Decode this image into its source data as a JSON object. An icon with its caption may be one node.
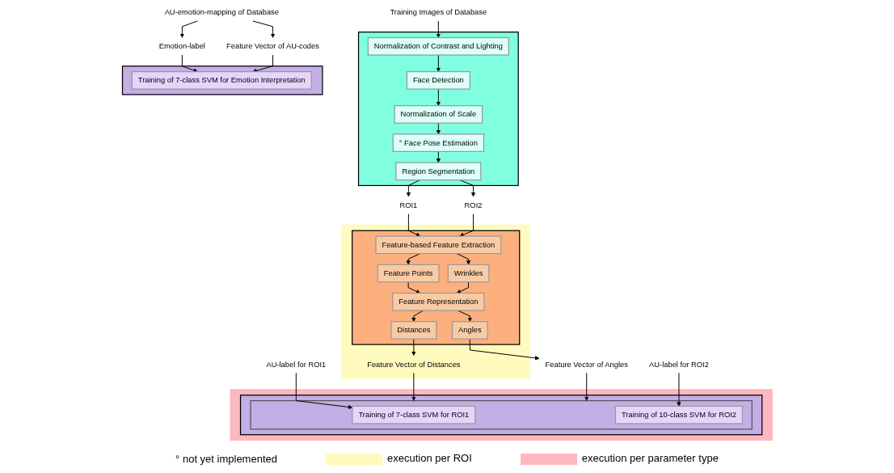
{
  "diagram": {
    "nodes": [
      {
        "text": [],
        "shape": "box"
      },
      {
        "text": [
          "Training Images of Database"
        ]
      },
      {
        "text": [
          "Normalization of Contrast and Lighting"
        ],
        "in": 0
      },
      {
        "text": [
          "Face Detection"
        ],
        "in": 0
      },
      {
        "text": [
          "Normalization of Scale"
        ],
        "in": 0
      },
      {
        "text": [
          "° Face Pose Estimation"
        ],
        "in": 0
      },
      {
        "text": [
          "Region Segmentation"
        ],
        "in": 0
      },
      {
        "text": [
          "ROI1"
        ]
      },
      {
        "text": [
          "ROI2"
        ]
      },
      {
        "text": [],
        "shape": "box"
      },
      {
        "text": [],
        "shape": "box",
        "in": 9
      },
      {
        "text": [
          "Feature-based Feature Extraction"
        ],
        "in": 10
      },
      {
        "text": [
          "Feature Points"
        ],
        "in": 10
      },
      {
        "text": [
          "Wrinkles"
        ],
        "in": 10
      },
      {
        "text": [
          "Feature Representation"
        ],
        "in": 10
      },
      {
        "text": [
          "Distances"
        ],
        "in": 10
      },
      {
        "text": [
          "Angles"
        ],
        "in": 10
      },
      {
        "text": [
          "Feature Vector of Distances"
        ],
        "in": 9
      },
      {
        "text": [
          "Feature Vector of Angles"
        ]
      },
      {
        "text": [],
        "shape": "box"
      },
      {
        "text": [],
        "shape": "box",
        "in": 19
      },
      {
        "text": [],
        "shape": "box",
        "in": 20
      },
      {
        "text": [
          "Training of 7-class SVM for ROI1"
        ],
        "in": 21
      },
      {
        "text": [
          "Training of 10-class SVM for ROI2"
        ],
        "in": 21
      },
      {
        "text": [
          "AU-label for ROI1"
        ]
      },
      {
        "text": [
          "AU-label for ROI2"
        ]
      },
      {
        "text": [
          "AU-emotion-mapping of Database"
        ]
      },
      {
        "text": [
          "Emotion-label"
        ]
      },
      {
        "text": [
          "Feature Vector of AU-codes"
        ]
      },
      {
        "text": [],
        "shape": "box"
      },
      {
        "text": [
          "Training of 7-class SVM for Emotion Interpretation"
        ],
        "in": 29
      }
    ],
    "edges": [
      {
        "from": 1,
        "to": 2,
        "arrow": "to"
      },
      {
        "from": 2,
        "to": 3,
        "arrow": "to"
      },
      {
        "from": 3,
        "to": 4,
        "arrow": "to"
      },
      {
        "from": 4,
        "to": 5,
        "arrow": "to"
      },
      {
        "from": 5,
        "to": 6,
        "arrow": "to"
      },
      {
        "from": 6,
        "to": 7,
        "arrow": "to"
      },
      {
        "from": 6,
        "to": 8,
        "arrow": "to"
      },
      {
        "from": 7,
        "to": 11,
        "arrow": "to"
      },
      {
        "from": 8,
        "to": 11,
        "arrow": "to"
      },
      {
        "from": 11,
        "to": 12,
        "arrow": "to"
      },
      {
        "from": 11,
        "to": 13,
        "arrow": "to"
      },
      {
        "from": 12,
        "to": 14,
        "arrow": "to"
      },
      {
        "from": 13,
        "to": 14,
        "arrow": "to"
      },
      {
        "from": 14,
        "to": 15,
        "arrow": "to"
      },
      {
        "from": 14,
        "to": 16,
        "arrow": "to"
      },
      {
        "from": 15,
        "to": 17,
        "arrow": "to"
      },
      {
        "from": 16,
        "to": 18,
        "arrow": "to"
      },
      {
        "from": 17,
        "to": 21,
        "arrow": "to"
      },
      {
        "from": 18,
        "to": 21,
        "arrow": "to"
      },
      {
        "from": 24,
        "to": 22,
        "arrow": "to"
      },
      {
        "from": 25,
        "to": 23,
        "arrow": "to"
      },
      {
        "from": 26,
        "to": 27,
        "arrow": "to"
      },
      {
        "from": 26,
        "to": 28,
        "arrow": "to"
      },
      {
        "from": 27,
        "to": 30,
        "arrow": "to"
      },
      {
        "from": 28,
        "to": 30,
        "arrow": "to"
      }
    ],
    "labels": [
      "° not yet implemented"
    ],
    "legend": [
      {
        "text": "execution per ROI",
        "color": "#fffbbe"
      },
      {
        "text": "execution per parameter type",
        "color": "#fdb8c0"
      }
    ]
  }
}
